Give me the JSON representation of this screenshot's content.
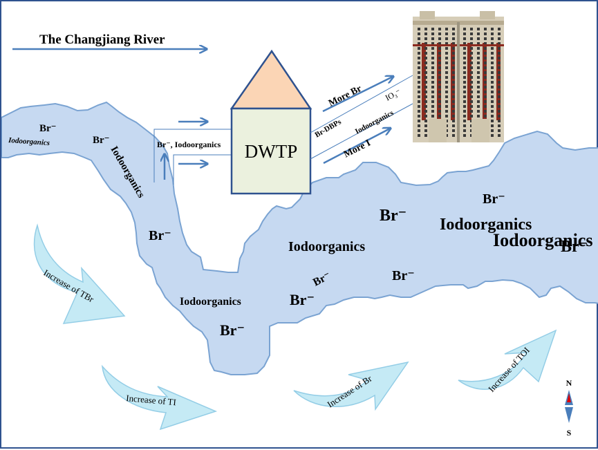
{
  "title": "The Changjiang River",
  "plant": {
    "label": "DWTP",
    "intake_label": "Br⁻, Iodoorganics",
    "roof_color": "#fbd5b5",
    "body_color": "#ebf1de"
  },
  "outputs": {
    "more_br": "More Br",
    "more_i": "More I",
    "br_dbps": "Br-DBPs",
    "io3": "IO₃⁻",
    "iodoorganics": "Iodoorganics"
  },
  "river": {
    "fill_color": "#c6d9f1",
    "edge_color": "#7aa3d2",
    "labels": [
      {
        "id": "br-1",
        "text": "Br⁻"
      },
      {
        "id": "iodo-1",
        "text": "Iodoorganics"
      },
      {
        "id": "br-2",
        "text": "Br⁻"
      },
      {
        "id": "iodo-2",
        "text": "Iodoorganics"
      },
      {
        "id": "br-3",
        "text": "Br⁻"
      },
      {
        "id": "iodo-3",
        "text": "Iodoorganics"
      },
      {
        "id": "br-4",
        "text": "Br⁻"
      },
      {
        "id": "br-5",
        "text": "Br⁻"
      },
      {
        "id": "iodo-4",
        "text": "Iodoorganics"
      },
      {
        "id": "br-6",
        "text": "Br⁻"
      },
      {
        "id": "iodo-5",
        "text": "Iodoorganics"
      },
      {
        "id": "br-7",
        "text": "Br⁻"
      },
      {
        "id": "br-8",
        "text": "Br⁻"
      },
      {
        "id": "iodo-6",
        "text": "Iodoorganics"
      },
      {
        "id": "br-9",
        "text": "Br⁻"
      },
      {
        "id": "br-10",
        "text": "Br⁻"
      }
    ]
  },
  "trends": [
    {
      "id": "tbr",
      "text": "Increase of TBr"
    },
    {
      "id": "ti",
      "text": "Increase of TI"
    },
    {
      "id": "br",
      "text": "Increase of Br"
    },
    {
      "id": "toi",
      "text": "Increase of TOI"
    }
  ],
  "trend_color": "#c5eaf5",
  "trend_edge": "#93cde6",
  "arrow_color": "#4a7ebb",
  "compass": {
    "north": "N",
    "south": "S",
    "north_color": "#e00000",
    "south_color": "#4a7ebb"
  },
  "building": {
    "name": "residential-building"
  }
}
